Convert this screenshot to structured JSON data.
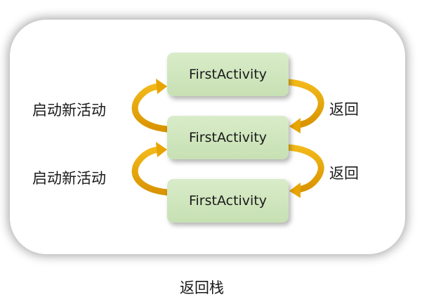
{
  "activities": [
    {
      "label": "FirstActivity"
    },
    {
      "label": "FirstActivity"
    },
    {
      "label": "FirstActivity"
    }
  ],
  "labels": {
    "start_new_activity": [
      "启动新活动",
      "启动新活动"
    ],
    "back": [
      "返回",
      "返回"
    ]
  },
  "caption": "返回栈",
  "colors": {
    "activity_fill": "#cfe6bd",
    "arrow": "#e8a400"
  }
}
